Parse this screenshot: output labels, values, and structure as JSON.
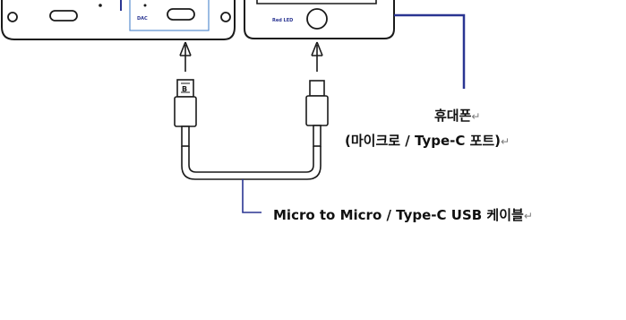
{
  "device_left": {
    "dac_label": "DAC"
  },
  "device_right": {
    "button_label": "Red LED"
  },
  "cable_left_plug_label": "B",
  "callout_phone": {
    "line1": "휴대폰",
    "line2": "(마이크로 / Type-C 포트)",
    "return_mark": "↵"
  },
  "callout_cable": {
    "text": "Micro to Micro / Type-C USB 케이블",
    "return_mark": "↵"
  },
  "colors": {
    "callout_line": "#2a3592",
    "outline": "#1a1a1a"
  }
}
